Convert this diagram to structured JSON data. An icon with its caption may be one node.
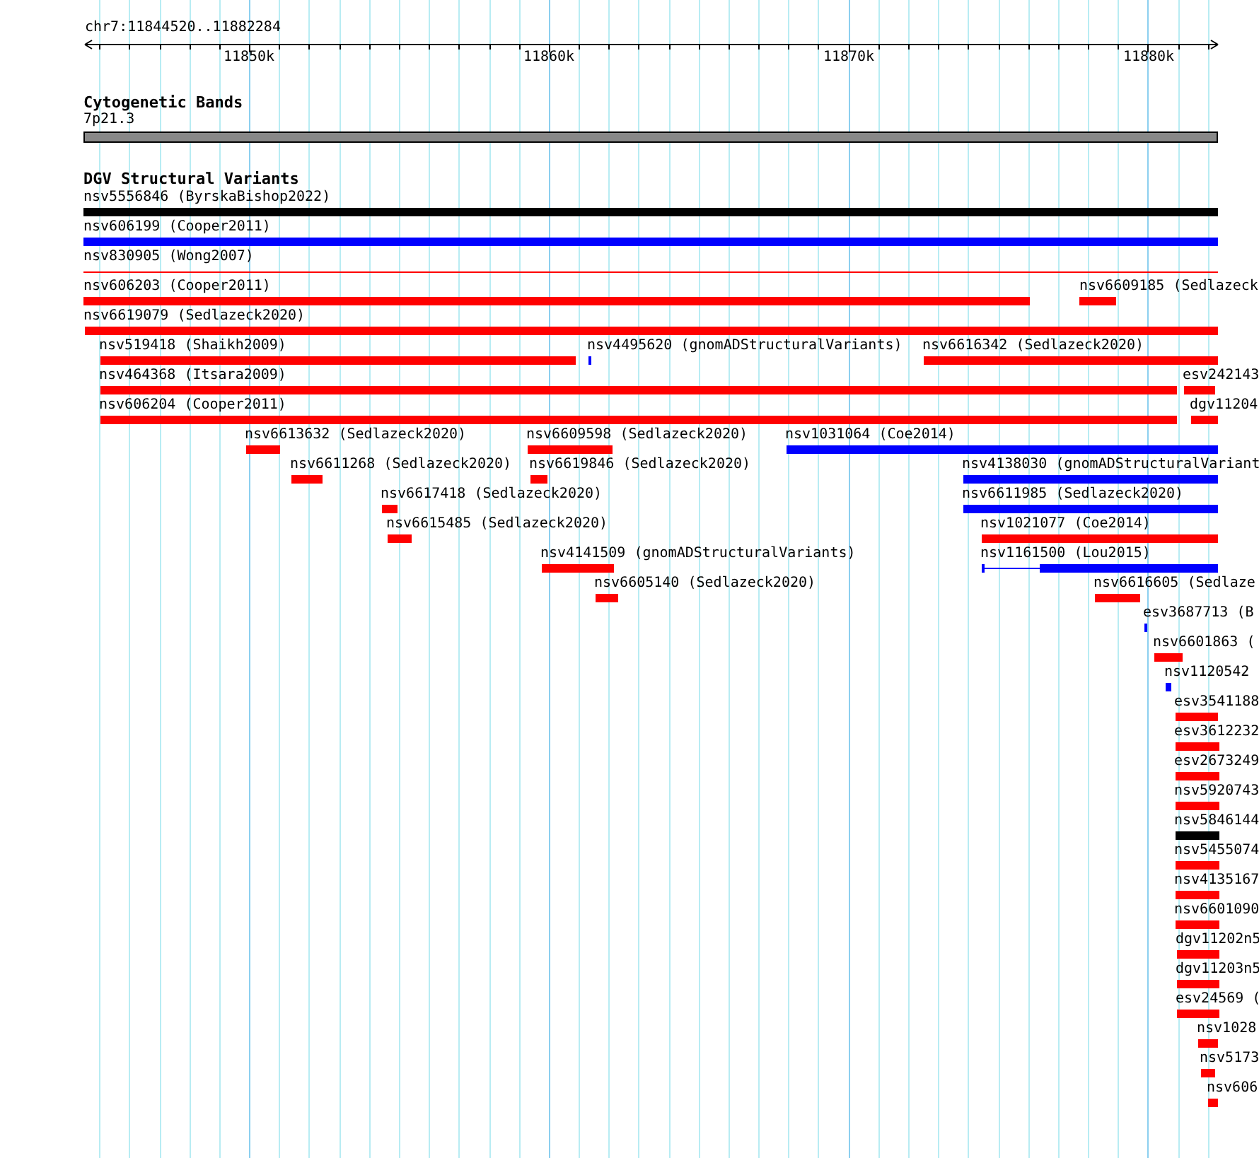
{
  "diagram": {
    "nodes": [
      {
        "text": [
          "7p21.3"
        ]
      },
      {
        "text": [
          "nsv5556846 (ByrskaBishop2022)"
        ]
      },
      {
        "text": [
          "nsv606199 (Cooper2011)"
        ]
      },
      {
        "text": [
          "nsv830905 (Wong2007)"
        ]
      },
      {
        "text": [
          "nsv606203 (Cooper2011)"
        ]
      },
      {
        "text": [
          "nsv6609185 (Sedlazeck"
        ]
      },
      {
        "text": [
          "nsv6619079 (Sedlazeck2020)"
        ]
      },
      {
        "text": [
          "nsv519418 (Shaikh2009)"
        ]
      },
      {
        "text": [
          "nsv4495620 (gnomADStructuralVariants)"
        ]
      },
      {
        "text": [
          "nsv6616342 (Sedlazeck2020)"
        ]
      },
      {
        "text": [
          "nsv464368 (Itsara2009)"
        ]
      },
      {
        "text": [
          "esv242143"
        ]
      },
      {
        "text": [
          "nsv606204 (Cooper2011)"
        ]
      },
      {
        "text": [
          "dgv11204"
        ]
      },
      {
        "text": [
          "nsv6613632 (Sedlazeck2020)"
        ]
      },
      {
        "text": [
          "nsv6609598 (Sedlazeck2020)"
        ]
      },
      {
        "text": [
          "nsv1031064 (Coe2014)"
        ]
      },
      {
        "text": [
          "nsv6611268 (Sedlazeck2020)"
        ]
      },
      {
        "text": [
          "nsv6619846 (Sedlazeck2020)"
        ]
      },
      {
        "text": [
          "nsv4138030 (gnomADStructuralVariant"
        ]
      },
      {
        "text": [
          "nsv6617418 (Sedlazeck2020)"
        ]
      },
      {
        "text": [
          "nsv6611985 (Sedlazeck2020)"
        ]
      },
      {
        "text": [
          "nsv6615485 (Sedlazeck2020)"
        ]
      },
      {
        "text": [
          "nsv1021077 (Coe2014)"
        ]
      },
      {
        "text": [
          "nsv4141509 (gnomADStructuralVariants)"
        ]
      },
      {
        "text": [
          "nsv1161500 (Lou2015)"
        ]
      },
      {
        "text": [
          "nsv6605140 (Sedlazeck2020)"
        ]
      },
      {
        "text": [
          "nsv6616605 (Sedlaze"
        ]
      },
      {
        "text": [
          "esv3687713 (B"
        ]
      },
      {
        "text": [
          "nsv6601863 ("
        ]
      },
      {
        "text": [
          "nsv1120542"
        ]
      },
      {
        "text": [
          "esv3541188"
        ]
      },
      {
        "text": [
          "esv3612232"
        ]
      },
      {
        "text": [
          "esv2673249"
        ]
      },
      {
        "text": [
          "nsv5920743"
        ]
      },
      {
        "text": [
          "nsv5846144"
        ]
      },
      {
        "text": [
          "nsv5455074"
        ]
      },
      {
        "text": [
          "nsv4135167"
        ]
      },
      {
        "text": [
          "nsv6601090"
        ]
      },
      {
        "text": [
          "dgv11202n5"
        ]
      },
      {
        "text": [
          "dgv11203n5"
        ]
      },
      {
        "text": [
          "esv24569 ("
        ]
      },
      {
        "text": [
          "nsv1028"
        ]
      },
      {
        "text": [
          "nsv5173"
        ]
      },
      {
        "text": [
          "nsv606"
        ]
      }
    ],
    "labels": [
      "chr7:11844520..11882284",
      "11850k",
      "11860k",
      "11870k",
      "11880k",
      "Cytogenetic Bands",
      "DGV Structural Variants"
    ]
  }
}
